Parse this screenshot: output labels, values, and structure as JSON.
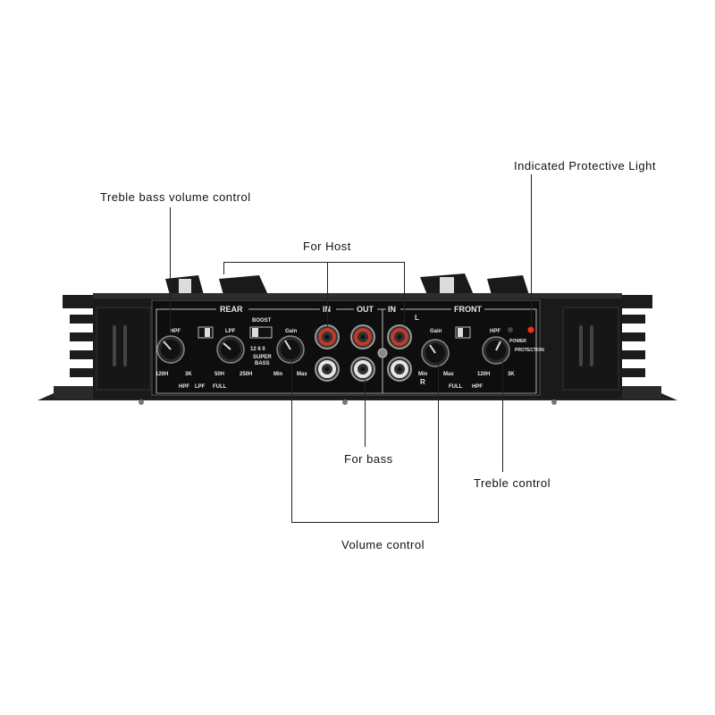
{
  "callouts": {
    "treble_bass_volume": "Treble bass volume control",
    "protective_light": "Indicated Protective Light",
    "for_host": "For Host",
    "for_bass": "For bass",
    "treble_control": "Treble control",
    "volume_control": "Volume control"
  },
  "panel": {
    "rear": "REAR",
    "in1": "IN",
    "out": "OUT",
    "in2": "IN",
    "front": "FRONT",
    "l": "L",
    "r": "R",
    "hpf1": "HPF",
    "hpf2": "HPF",
    "hpf3": "HPF",
    "hpf4": "HPF",
    "lpf1": "LPF",
    "lpf2": "LPF",
    "full1": "FULL",
    "full2": "FULL",
    "boost": "BOOST",
    "boost_nums": "12 6 0",
    "super": "SUPER",
    "bass": "BASS",
    "gain1": "Gain",
    "gain2": "Gain",
    "min1": "Min",
    "max1": "Max",
    "min2": "Min",
    "max2": "Max",
    "f120_1": "120H",
    "f3k_1": "3K",
    "f50": "50H",
    "f250": "250H",
    "f120_2": "120H",
    "f3k_2": "3K",
    "power": "POWER",
    "protection": "PROTECTION"
  },
  "colors": {
    "body": "#1a1a1a",
    "panel": "#0e0e0e",
    "rca_red": "#c0392b",
    "rca_white": "#e6e6e6",
    "led": "#ff2a1a"
  }
}
